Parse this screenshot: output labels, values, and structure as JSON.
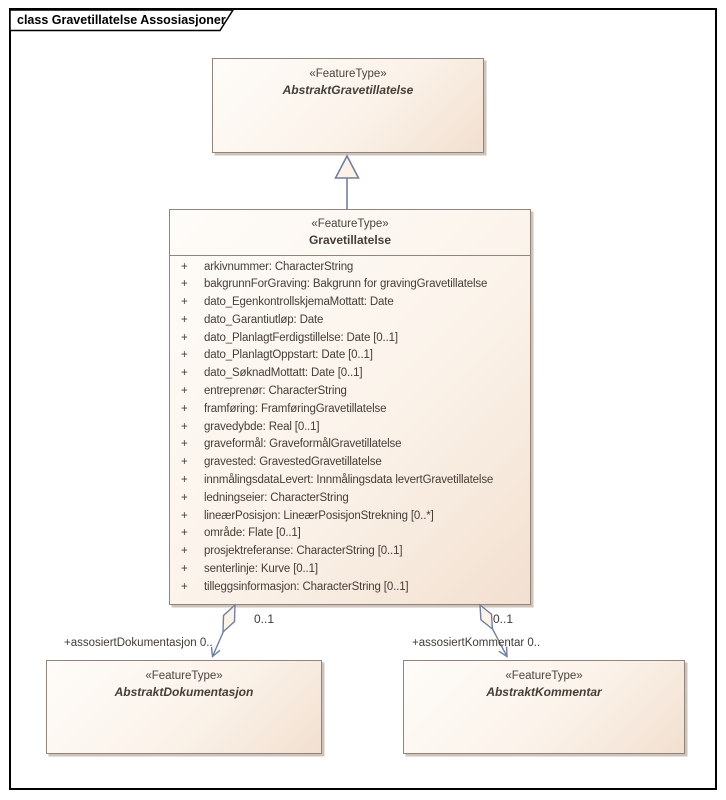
{
  "diagram": {
    "title": "class Gravetillatelse Assosiasjoner"
  },
  "colors": {
    "frame_stroke": "#000000",
    "box_border": "#93847a",
    "connector_stroke": "#72809f",
    "connector_fill": "#fcf2e8",
    "text": "#46403a"
  },
  "classes": {
    "abstrakt_gravetillatelse": {
      "stereotype": "«FeatureType»",
      "name": "AbstraktGravetillatelse"
    },
    "gravetillatelse": {
      "stereotype": "«FeatureType»",
      "name": "Gravetillatelse",
      "attributes": [
        {
          "v": "+",
          "t": "arkivnummer: CharacterString"
        },
        {
          "v": "+",
          "t": "bakgrunnForGraving: Bakgrunn for gravingGravetillatelse"
        },
        {
          "v": "+",
          "t": "dato_EgenkontrollskjemaMottatt: Date"
        },
        {
          "v": "+",
          "t": "dato_Garantiutløp: Date"
        },
        {
          "v": "+",
          "t": "dato_PlanlagtFerdigstillelse: Date [0..1]"
        },
        {
          "v": "+",
          "t": "dato_PlanlagtOppstart: Date [0..1]"
        },
        {
          "v": "+",
          "t": "dato_SøknadMottatt: Date [0..1]"
        },
        {
          "v": "+",
          "t": "entreprenør: CharacterString"
        },
        {
          "v": "+",
          "t": "framføring: FramføringGravetillatelse"
        },
        {
          "v": "+",
          "t": "gravedybde: Real [0..1]"
        },
        {
          "v": "+",
          "t": "graveformål: GraveformålGravetillatelse"
        },
        {
          "v": "+",
          "t": "gravested: GravestedGravetillatelse"
        },
        {
          "v": "+",
          "t": "innmålingsdataLevert: Innmålingsdata levertGravetillatelse"
        },
        {
          "v": "+",
          "t": "ledningseier: CharacterString"
        },
        {
          "v": "+",
          "t": "lineærPosisjon: LineærPosisjonStrekning [0..*]"
        },
        {
          "v": "+",
          "t": "område: Flate [0..1]"
        },
        {
          "v": "+",
          "t": "prosjektreferanse: CharacterString [0..1]"
        },
        {
          "v": "+",
          "t": "senterlinje: Kurve [0..1]"
        },
        {
          "v": "+",
          "t": "tilleggsinformasjon: CharacterString [0..1]"
        }
      ]
    },
    "abstrakt_dokumentasjon": {
      "stereotype": "«FeatureType»",
      "name": "AbstraktDokumentasjon"
    },
    "abstrakt_kommentar": {
      "stereotype": "«FeatureType»",
      "name": "AbstraktKommentar"
    }
  },
  "connectors": {
    "dokumentasjon": {
      "role_label": "+assosiertDokumentasjon 0..",
      "source_multiplicity": "0..1"
    },
    "kommentar": {
      "role_label": "+assosiertKommentar 0..",
      "source_multiplicity": "0..1"
    }
  }
}
